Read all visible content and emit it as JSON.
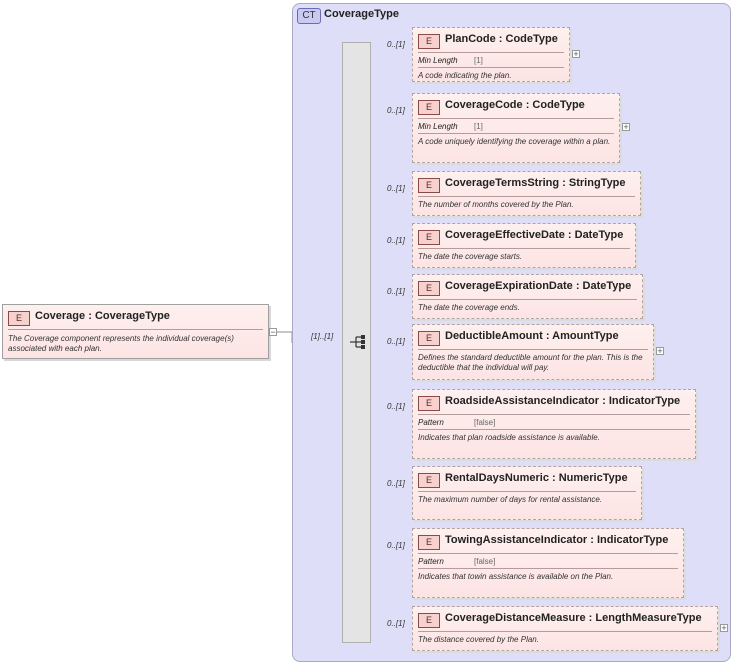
{
  "complex_type": {
    "badge": "CT",
    "name": "CoverageType"
  },
  "root": {
    "badge": "E",
    "name": "Coverage",
    "separator": ":",
    "type": "CoverageType",
    "description": "The Coverage component represents the individual coverage(s) associated with each plan.",
    "cardinality": "[1]..[1]"
  },
  "elements": [
    {
      "badge": "E",
      "name": "PlanCode",
      "type": "CodeType",
      "cardinality": "0..[1]",
      "facet_key": "Min Length",
      "facet_value": "[1]",
      "description": "A code indicating the plan.",
      "expandable": true
    },
    {
      "badge": "E",
      "name": "CoverageCode",
      "type": "CodeType",
      "cardinality": "0..[1]",
      "facet_key": "Min Length",
      "facet_value": "[1]",
      "description": "A code uniquely identifying the coverage within a plan.",
      "expandable": true
    },
    {
      "badge": "E",
      "name": "CoverageTermsString",
      "type": "StringType",
      "cardinality": "0..[1]",
      "description": "The number of months covered by the Plan.",
      "expandable": false
    },
    {
      "badge": "E",
      "name": "CoverageEffectiveDate",
      "type": "DateType",
      "cardinality": "0..[1]",
      "description": "The date the coverage starts.",
      "expandable": false
    },
    {
      "badge": "E",
      "name": "CoverageExpirationDate",
      "type": "DateType",
      "cardinality": "0..[1]",
      "description": "The date the coverage ends.",
      "expandable": false
    },
    {
      "badge": "E",
      "name": "DeductibleAmount",
      "type": "AmountType",
      "cardinality": "0..[1]",
      "description": "Defines the standard deductible amount for the plan. This is the deductible that the individual will pay.",
      "expandable": true
    },
    {
      "badge": "E",
      "name": "RoadsideAssistanceIndicator",
      "type": "IndicatorType",
      "cardinality": "0..[1]",
      "facet_key": "Pattern",
      "facet_value": "[false]",
      "description": "Indicates that plan roadside assistance is available.",
      "expandable": false
    },
    {
      "badge": "E",
      "name": "RentalDaysNumeric",
      "type": "NumericType",
      "cardinality": "0..[1]",
      "description": "The maximum number of days for rental assistance.",
      "expandable": false
    },
    {
      "badge": "E",
      "name": "TowingAssistanceIndicator",
      "type": "IndicatorType",
      "cardinality": "0..[1]",
      "facet_key": "Pattern",
      "facet_value": "[false]",
      "description": "Indicates that towin assistance is available on the Plan.",
      "expandable": false
    },
    {
      "badge": "E",
      "name": "CoverageDistanceMeasure",
      "type": "LengthMeasureType",
      "cardinality": "0..[1]",
      "description": "The distance covered by the Plan.",
      "expandable": true
    }
  ]
}
